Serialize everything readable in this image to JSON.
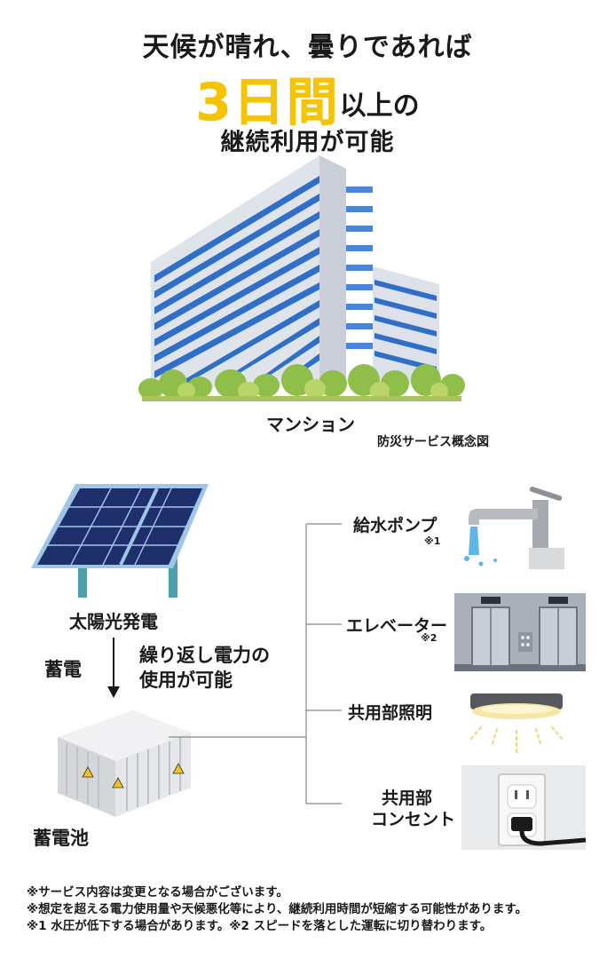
{
  "headline": {
    "line1": "天候が晴れ、曇りであれば",
    "highlight": "3日間",
    "line2_suffix": "以上の",
    "line3": "継続利用が可能"
  },
  "building": {
    "label": "マンション"
  },
  "concept_label": "防災サービス概念図",
  "left": {
    "solar_label": "太陽光発電",
    "charge_label": "蓄電",
    "reuse_label_line1": "繰り返し電力の",
    "reuse_label_line2": "使用が可能",
    "battery_label": "蓄電池"
  },
  "outputs": [
    {
      "label": "給水ポンプ",
      "note": "※1"
    },
    {
      "label": "エレベーター",
      "note": "※2"
    },
    {
      "label": "共用部照明",
      "note": ""
    },
    {
      "label_line1": "共用部",
      "label_line2": "コンセント",
      "note": ""
    }
  ],
  "notes": [
    "※サービス内容は変更となる場合がございます。",
    "※想定を超える電力使用量や天候悪化等により、継続利用時間が短縮する可能性があります。",
    "※1 水圧が低下する場合があります。※2 スピードを落とした運転に切り替わります。"
  ],
  "colors": {
    "highlight": "#f5c400",
    "building_blue": "#2f6fc8",
    "panel_blue": "#1e2f6b",
    "tree_green": "#8fbf4a",
    "line_gray": "#888888"
  }
}
